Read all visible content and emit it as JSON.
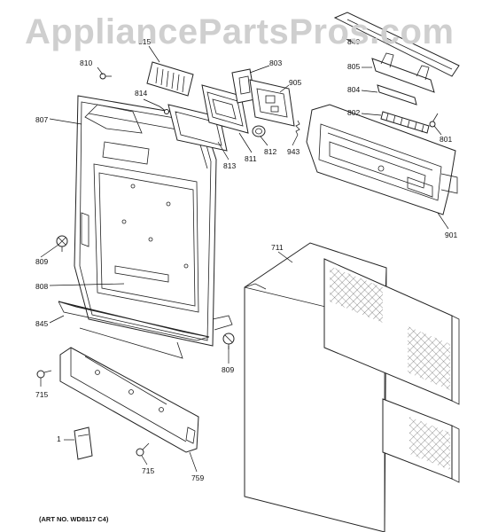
{
  "watermark": "AppliancePartsPros.com",
  "art_number": "(ART NO. WD8117 C4)",
  "callouts": {
    "p810": "810",
    "p815": "815",
    "p803": "803",
    "p905": "905",
    "p840": "840",
    "p805": "805",
    "p804": "804",
    "p802": "802",
    "p801": "801",
    "p814": "814",
    "p807": "807",
    "p813": "813",
    "p811": "811",
    "p812": "812",
    "p943": "943",
    "p901": "901",
    "p711": "711",
    "p809a": "809",
    "p808": "808",
    "p845": "845",
    "p809b": "809",
    "p715a": "715",
    "p1": "1",
    "p715b": "715",
    "p759": "759"
  }
}
